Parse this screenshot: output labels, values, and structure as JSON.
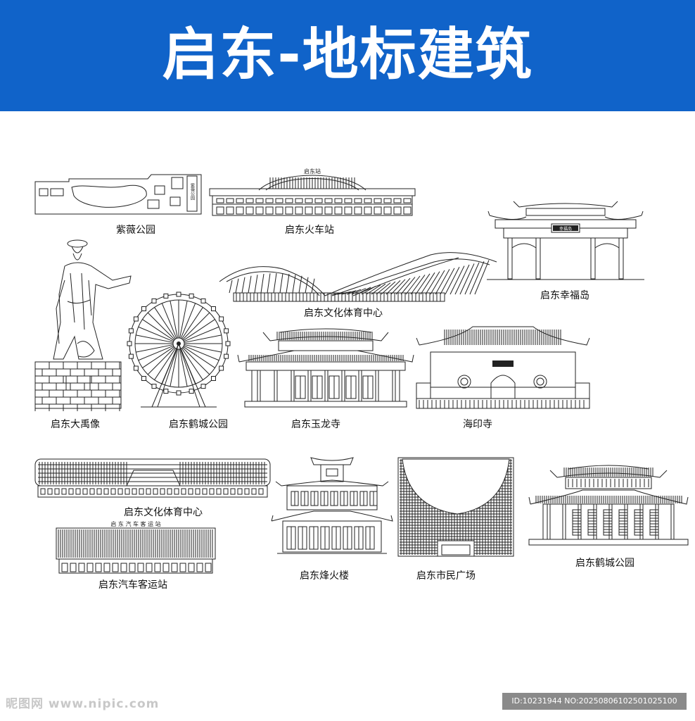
{
  "banner": {
    "title": "启东-地标建筑",
    "color": "#1063c9"
  },
  "landmarks": [
    {
      "caption": "紫薇公园",
      "sign": "紫薇公园"
    },
    {
      "caption": "启东火车站",
      "sign": "启东站"
    },
    {
      "caption": "启东幸福岛",
      "sign": "幸福岛"
    },
    {
      "caption": "启东文化体育中心"
    },
    {
      "caption": "启东大禹像"
    },
    {
      "caption": "启东鹤城公园"
    },
    {
      "caption": "启东玉龙寺"
    },
    {
      "caption": "海印寺"
    },
    {
      "caption": "启东文化体育中心"
    },
    {
      "caption": "启东汽车客运站",
      "sign": "启 东 汽 车 客 运 站"
    },
    {
      "caption": "启东烽火楼"
    },
    {
      "caption": "启东市民广场"
    },
    {
      "caption": "启东鹤城公园"
    }
  ],
  "footer": {
    "watermark": "昵图网 www.nipic.com",
    "id_text": "ID:10231944 NO:20250806102501025100"
  }
}
